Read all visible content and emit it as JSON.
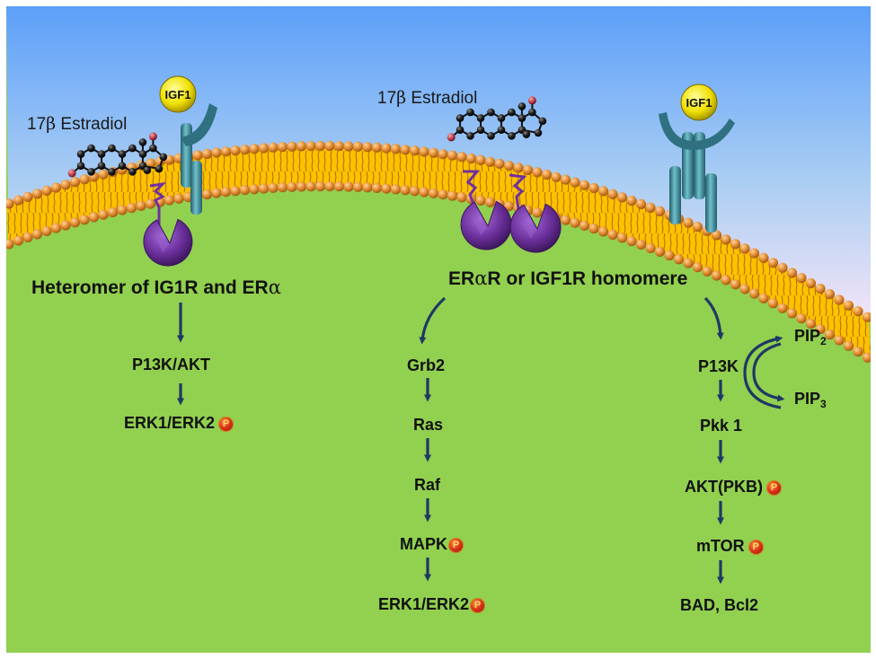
{
  "colors": {
    "sky_top": "#5c9ffa",
    "sky_bottom": "#efe3f5",
    "cytoplasm": "#92d050",
    "membrane_fill": "#ffc000",
    "lipid_head": "#e8953a",
    "receptor": "#3b8a98",
    "igf1_ball": "#f3e600",
    "er_alpha": "#6a2f9a",
    "arrow": "#1f3864",
    "text": "#111111"
  },
  "ligands": {
    "estradiol_left": {
      "prefix": "17",
      "greek": "β",
      "name": " Estradiol"
    },
    "estradiol_center": {
      "prefix": "17",
      "greek": "β",
      "name": " Estradiol"
    },
    "igf1_left": "IGF1",
    "igf1_right": "IGF1"
  },
  "left_pathway": {
    "title_main": "Heteromer of IG1R and ER",
    "title_greek": "α",
    "steps": [
      {
        "label": "P13K/AKT",
        "phosphorylated": false
      },
      {
        "label": "ERK1/ERK2",
        "phosphorylated": true
      }
    ]
  },
  "center_title": {
    "prefix": "ER",
    "greek": "α",
    "rest": "R or IGF1R homomere"
  },
  "mapk_pathway": {
    "steps": [
      {
        "label": "Grb2",
        "phosphorylated": false
      },
      {
        "label": "Ras",
        "phosphorylated": false
      },
      {
        "label": "Raf",
        "phosphorylated": false
      },
      {
        "label": "MAPK",
        "phosphorylated": true
      },
      {
        "label": "ERK1/ERK2",
        "phosphorylated": true
      }
    ]
  },
  "pi3k_pathway": {
    "steps": [
      {
        "label": "P13K",
        "phosphorylated": false
      },
      {
        "label": "Pkk 1",
        "phosphorylated": false
      },
      {
        "label": "AKT(PKB)",
        "phosphorylated": true
      },
      {
        "label": "mTOR",
        "phosphorylated": true
      },
      {
        "label": "BAD, Bcl2",
        "phosphorylated": false
      }
    ],
    "pip_cycle": {
      "pip2": {
        "base": "PIP",
        "sub": "2"
      },
      "pip3": {
        "base": "PIP",
        "sub": "3"
      }
    }
  },
  "phospho_badge_label": "P"
}
